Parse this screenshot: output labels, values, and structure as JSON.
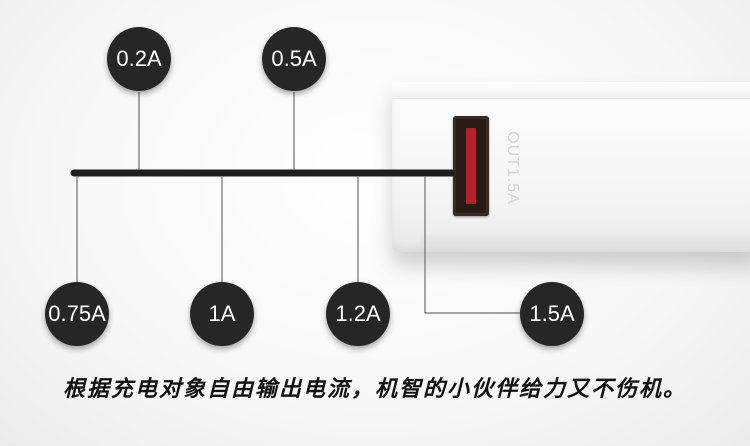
{
  "device": {
    "port_label": "OUT1.5A"
  },
  "badges": {
    "a02": "0.2A",
    "a05": "0.5A",
    "a075": "0.75A",
    "a1": "1A",
    "a12": "1.2A",
    "a15": "1.5A"
  },
  "caption": "根据充电对象自由输出电流，机智的小伙伴给力又不伤机。",
  "colors": {
    "badge": "#262626",
    "line": "#1f1f1f",
    "usb_tongue": "#b81f2a"
  }
}
